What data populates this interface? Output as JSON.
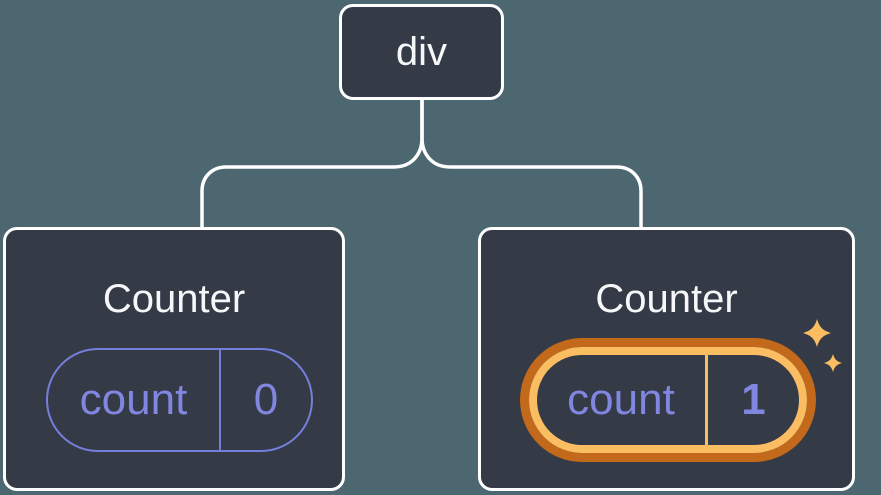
{
  "tree": {
    "root": {
      "label": "div"
    },
    "children": [
      {
        "title": "Counter",
        "state": {
          "key": "count",
          "value": "0"
        },
        "highlighted": false
      },
      {
        "title": "Counter",
        "state": {
          "key": "count",
          "value": "1"
        },
        "highlighted": true
      }
    ]
  },
  "icons": {
    "sparkle": "sparkle-icon"
  },
  "colors": {
    "background": "#4C6770",
    "node_fill": "#343A46",
    "node_border": "#FFFFFF",
    "node_text": "#F6F7F9",
    "connector": "#FFFFFF",
    "state_purple": "#8187E0",
    "pill_border_purple": "#767EDC",
    "highlight_outer_ring": "#C2691B",
    "highlight_inner_ring": "#FABD62",
    "sparkle": "#FABD62"
  }
}
